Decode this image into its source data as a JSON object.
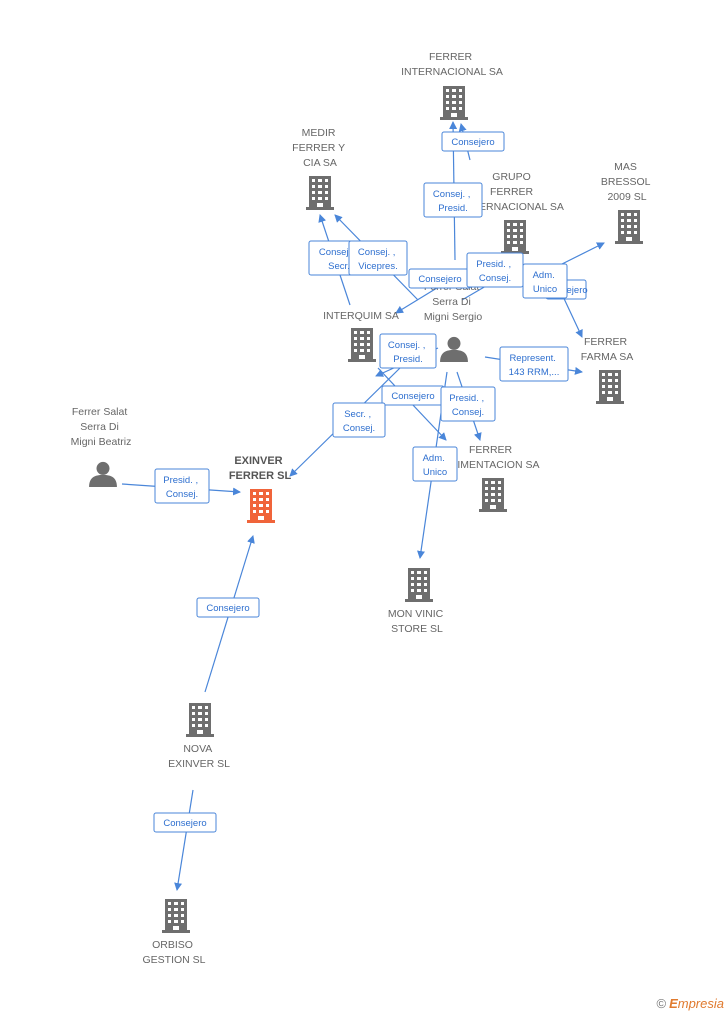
{
  "colors": {
    "edge": "#4a86d9",
    "edge_text": "#2e6fcf",
    "node": "#6e6e6e",
    "focus_node": "#f0643a"
  },
  "nodes": [
    {
      "id": "ferrer_internacional",
      "kind": "company",
      "lines": [
        "FERRER",
        "INTERNACIONAL SA"
      ]
    },
    {
      "id": "medir_ferrer",
      "kind": "company",
      "lines": [
        "MEDIR",
        "FERRER Y",
        "CIA SA"
      ]
    },
    {
      "id": "grupo_ferrer",
      "kind": "company",
      "lines": [
        "GRUPO",
        "FERRER",
        "INTERNACIONAL SA"
      ]
    },
    {
      "id": "mas_bressol",
      "kind": "company",
      "lines": [
        "MAS",
        "BRESSOL",
        "2009 SL"
      ]
    },
    {
      "id": "interquim",
      "kind": "company",
      "lines": [
        "INTERQUIM SA"
      ]
    },
    {
      "id": "sergio",
      "kind": "person",
      "lines": [
        "Ferrer Salat",
        "Serra Di",
        "Migni Sergio"
      ]
    },
    {
      "id": "ferrer_farma",
      "kind": "company",
      "lines": [
        "FERRER",
        "FARMA SA"
      ]
    },
    {
      "id": "ferrer_alimentacion",
      "kind": "company",
      "lines": [
        "FERRER",
        "ALIMENTACION SA"
      ]
    },
    {
      "id": "beatriz",
      "kind": "person",
      "lines": [
        "Ferrer Salat",
        "Serra Di",
        "Migni Beatriz"
      ]
    },
    {
      "id": "exinver",
      "kind": "focus",
      "lines": [
        "EXINVER",
        "FERRER SL"
      ]
    },
    {
      "id": "mon_vinic",
      "kind": "company",
      "lines": [
        "MON VINIC",
        "STORE  SL"
      ]
    },
    {
      "id": "nova_exinver",
      "kind": "company",
      "lines": [
        "NOVA",
        "EXINVER SL"
      ]
    },
    {
      "id": "orbiso",
      "kind": "company",
      "lines": [
        "ORBISO",
        "GESTION SL"
      ]
    }
  ],
  "edges": [
    {
      "id": "e1",
      "lines": [
        "Consejero"
      ]
    },
    {
      "id": "e2",
      "lines": [
        "Consej. ,",
        "Presid."
      ]
    },
    {
      "id": "e3",
      "lines": [
        "Consejero"
      ]
    },
    {
      "id": "e4",
      "lines": [
        "Consej. ,",
        "Vicepres."
      ]
    },
    {
      "id": "e5",
      "lines": [
        "Consej. ,",
        "Secr."
      ]
    },
    {
      "id": "e6",
      "lines": [
        "Consejero"
      ]
    },
    {
      "id": "e7",
      "lines": [
        "Presid. ,",
        "Consej."
      ]
    },
    {
      "id": "e8",
      "lines": [
        "Adm.",
        "Unico"
      ]
    },
    {
      "id": "e9",
      "lines": [
        "Represent.",
        "143 RRM,..."
      ]
    },
    {
      "id": "e10",
      "lines": [
        "Consej. ,",
        "Presid."
      ]
    },
    {
      "id": "e11",
      "lines": [
        "Consejero"
      ]
    },
    {
      "id": "e12",
      "lines": [
        "Presid. ,",
        "Consej."
      ]
    },
    {
      "id": "e13",
      "lines": [
        "Adm.",
        "Unico"
      ]
    },
    {
      "id": "e14",
      "lines": [
        "Secr. ,",
        "Consej."
      ]
    },
    {
      "id": "e15",
      "lines": [
        "Presid. ,",
        "Consej."
      ]
    },
    {
      "id": "e16",
      "lines": [
        "Consejero"
      ]
    },
    {
      "id": "e17",
      "lines": [
        "Consejero"
      ]
    }
  ],
  "brand": {
    "copyright": "©",
    "initial": "E",
    "rest": "mpresia"
  }
}
